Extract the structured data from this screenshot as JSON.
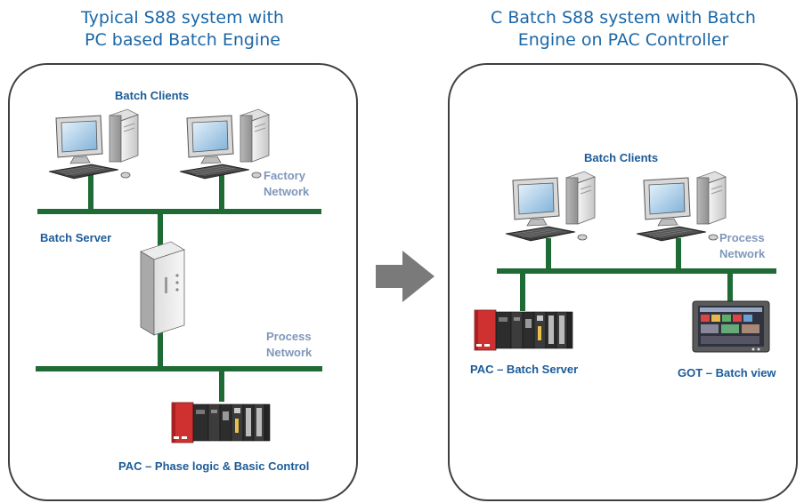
{
  "left": {
    "title_line1": "Typical S88 system with",
    "title_line2": "PC based Batch Engine",
    "batch_clients": "Batch Clients",
    "factory_network_line1": "Factory",
    "factory_network_line2": "Network",
    "batch_server": "Batch Server",
    "process_network_line1": "Process",
    "process_network_line2": "Network",
    "pac_label": "PAC – Phase logic & Basic Control"
  },
  "right": {
    "title_line1": "C Batch S88 system with Batch",
    "title_line2": "Engine on PAC Controller",
    "batch_clients": "Batch Clients",
    "process_network_line1": "Process",
    "process_network_line2": "Network",
    "pac_label": "PAC – Batch Server",
    "got_label": "GOT – Batch view"
  },
  "colors": {
    "network_line": "#1f6b36",
    "label_dark": "#1b5b99",
    "label_light": "#7f97bb",
    "title": "#1b67a8",
    "arrow": "#7a7a7a"
  }
}
